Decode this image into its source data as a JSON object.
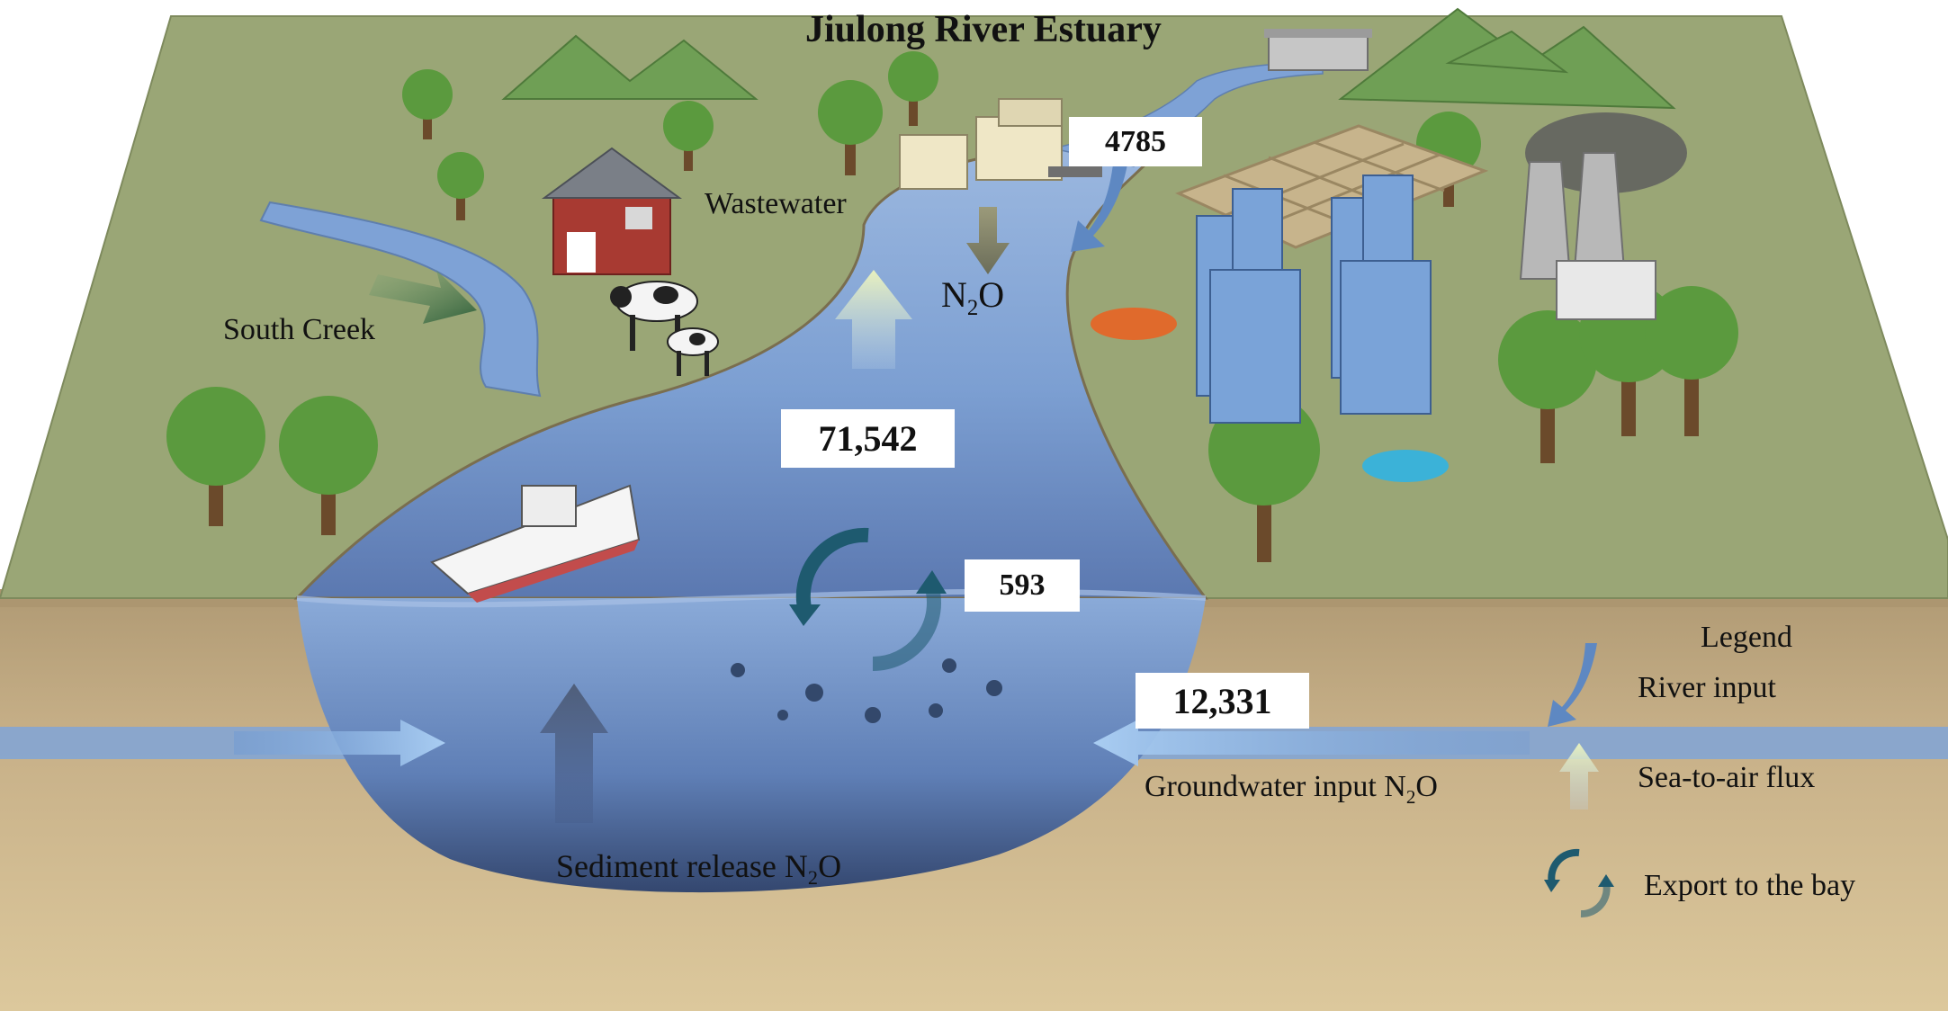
{
  "title": "Jiulong River Estuary",
  "labels": {
    "wastewater": "Wastewater",
    "south_creek": "South Creek",
    "n2o_prefix": "N",
    "n2o_sub": "2",
    "n2o_suffix": "O",
    "groundwater_prefix": "Groundwater input N",
    "groundwater_sub": "2",
    "groundwater_suffix": "O",
    "sediment_prefix": "Sediment release N",
    "sediment_sub": "2",
    "sediment_suffix": "O"
  },
  "values": {
    "wastewater_input": "4785",
    "sea_to_air": "71,542",
    "export_to_bay": "593",
    "groundwater_input": "12,331"
  },
  "legend": {
    "title": "Legend",
    "items": [
      {
        "label": "River input",
        "icon": "river-input-arrow-icon"
      },
      {
        "label": "Sea-to-air flux",
        "icon": "sea-to-air-arrow-icon"
      },
      {
        "label": "Export to the bay",
        "icon": "export-cycle-icon"
      }
    ]
  },
  "colors": {
    "land": "#9ca877",
    "soil": "#c6ad82",
    "water": "#7d9fd1",
    "river_arrow": "#5e88c2",
    "air_arrow": "#e2ebbb",
    "export_cycle": "#1e5a6f"
  }
}
